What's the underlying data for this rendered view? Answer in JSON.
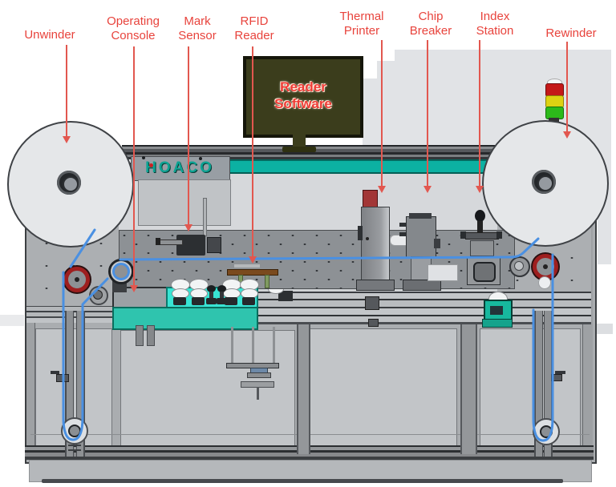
{
  "annotations": [
    {
      "id": "unwinder",
      "text": "Unwinder"
    },
    {
      "id": "operating-console",
      "text": "Operating Console"
    },
    {
      "id": "mark-sensor",
      "text": "Mark Sensor"
    },
    {
      "id": "rfid-reader",
      "text": "RFID Reader"
    },
    {
      "id": "thermal-printer",
      "text": "Thermal Printer"
    },
    {
      "id": "chip-breaker",
      "text": "Chip Breaker"
    },
    {
      "id": "index-station",
      "text": "Index Station"
    },
    {
      "id": "rewinder",
      "text": "Rewinder"
    }
  ],
  "monitor": {
    "label": "Reader Software"
  },
  "brand": {
    "name": "HOACO"
  },
  "stack_light": {
    "segments": [
      "red",
      "yellow",
      "green"
    ]
  },
  "colors": {
    "annotation_red": "#e8433c",
    "leader_line_red": "#e2574f",
    "teal_accent": "#0cb1a2",
    "console_cyan": "#38e4d4",
    "console_teal": "#2fc4ae",
    "web_blue": "#4a90e2",
    "monitor_screen": "#3b3d1c",
    "stack_red": "#c41818",
    "stack_yellow": "#ddd212",
    "stack_green": "#2cba1a",
    "roller_red": "#9e1f1f"
  }
}
